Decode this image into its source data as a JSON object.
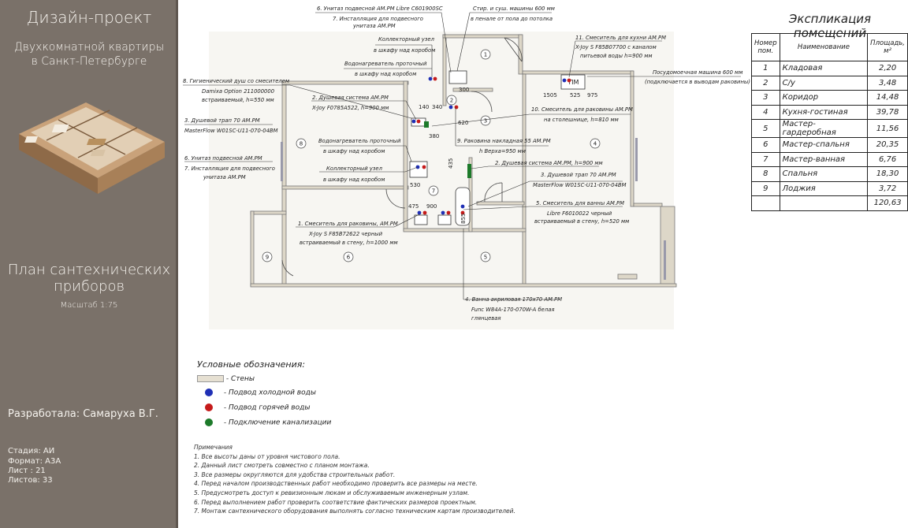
{
  "sidebar": {
    "title": "Дизайн-проект",
    "subtitle_line1": "Двухкомнатной квартиры",
    "subtitle_line2": "в  Санкт-Петербурге",
    "plan_title_line1": "План сантехнических",
    "plan_title_line2": "приборов",
    "scale": "Масштаб 1:75",
    "author": "Разработала: Самаруха В.Г.",
    "stage": "Стадия: АИ",
    "format": "Формат: А3А",
    "sheet": "Лист : 21",
    "sheets": "Листов: 33"
  },
  "explication": {
    "title": "Экспликация помещений",
    "headers": {
      "num": "Номер пом.",
      "name": "Наименование",
      "area": "Площадь, м²"
    },
    "rows": [
      {
        "num": "1",
        "name": "Кладовая",
        "area": "2,20"
      },
      {
        "num": "2",
        "name": "С/у",
        "area": "3,48"
      },
      {
        "num": "3",
        "name": "Коридор",
        "area": "14,48"
      },
      {
        "num": "4",
        "name": "Кухня-гостиная",
        "area": "39,78"
      },
      {
        "num": "5",
        "name": "Мастер-гардеробная",
        "area": "11,56"
      },
      {
        "num": "6",
        "name": "Мастер-спальня",
        "area": "20,35"
      },
      {
        "num": "7",
        "name": "Мастер-ванная",
        "area": "6,76"
      },
      {
        "num": "8",
        "name": "Спальня",
        "area": "18,30"
      },
      {
        "num": "9",
        "name": "Лоджия",
        "area": "3,72"
      }
    ],
    "total": "120,63"
  },
  "legend": {
    "title": "Условные обозначения:",
    "items": [
      {
        "label": "- Стены",
        "color": "#e6e0d2"
      },
      {
        "label": "- Подвод холодной воды",
        "color": "#1f2fb5"
      },
      {
        "label": "- Подвод горячей воды",
        "color": "#c51a1a"
      },
      {
        "label": "- Подключение канализации",
        "color": "#1d7a2a"
      }
    ]
  },
  "notes": {
    "title": "Примечания",
    "items": [
      "1. Все высоты даны от уровня чистового пола.",
      "2. Данный лист смотреть совместно с планом монтажа.",
      "3. Все размеры округляются для удобства строительных работ.",
      "4. Перед началом производственных работ необходимо проверить все размеры на месте.",
      "5. Предусмотреть доступ к ревизионным люкам и обслуживаемым инженерным узлам.",
      "6. Перед выполнением работ проверить соответствие фактических размеров проектным.",
      "7. Монтаж сантехнического оборудования выполнять согласно техническим картам производителей."
    ]
  },
  "plan": {
    "rooms": [
      "1",
      "2",
      "3",
      "4",
      "5",
      "6",
      "7",
      "8",
      "9"
    ],
    "dims": {
      "d300": "300",
      "d140": "140",
      "d340": "340",
      "d620": "620",
      "d380": "380",
      "d1505": "1505",
      "d525": "525",
      "d975": "975",
      "d530": "530",
      "d475": "475",
      "d900": "900",
      "d435": "435",
      "d855": "855"
    },
    "pm": "ПМ",
    "callouts": {
      "c6a": "6. Унитаз подвесной AM.PM Libre C601900SC",
      "c7a": "7. Инсталляция для подвесного",
      "c7b": "унитаза AM.PM",
      "ku1": "Коллекторный узел",
      "ku2": "в шкафу над коробом",
      "wh1": "Водонагреватель проточный",
      "wh2": "в шкафу над коробом",
      "st1": "Стир. и суш. машины 600 мм",
      "st2": "в пенале от пола до потолка",
      "c11a": "11. Смеситель для кухни AM.PM",
      "c11b": "X-Joy S F85B07700 с каналом",
      "c11c": "питьевой воды h=900 мм",
      "pm1": "Посудомоечная машина 600 мм",
      "pm2": "(подключается в выводам раковины)",
      "c8a": "8. Гигиенический душ со смесителем",
      "c8b": "Damixa Option 211000000",
      "c8c": "встраиваемый, h=550 мм",
      "c2a": "2. Душевая система AM.PM",
      "c2b": "X-Joy F0785A522, h=900 мм",
      "c10a": "10. Смеситель для раковины AM.PM",
      "c10b": "на столешнице, h=810 мм",
      "c3a": "3. Душевой трап 70 AM.PM",
      "c3b": "MasterFlow W01SC-U11-070-04BM",
      "wh3": "Водонагреватель проточный",
      "wh4": "в шкафу над коробом",
      "c9a": "9. Раковина накладная 55 AM.PM",
      "c9b": "h Верха=950 мм",
      "c6b": "6. Унитаз подвесной AM.PM",
      "c7c": "7. Инсталляция для подвесного",
      "c7d": "унитаза AM.PM",
      "ku3": "Коллекторный узел",
      "ku4": "в шкафу над коробом",
      "c2c": "2. Душевая система AM.PM, h=900 мм",
      "c3c": "3. Душевой трап 70 AM.PM",
      "c3d": "MasterFlow W01SC-U11-070-04BM",
      "c5a": "5. Смеситель для ванны AM.PM",
      "c5b": "Libre F6010022 черный",
      "c5c": "встраиваемый в стену, h=520 мм",
      "c1a": "1. Смеситель для раковины, AM.PM",
      "c1b": "X-Joy S F85B72622 черный",
      "c1c": "встраиваемый в стену, h=1000 мм",
      "c4a": "4. Ванна акриловая 170х70 AM.PM",
      "c4b": "Func W84A-170-070W-A белая",
      "c4c": "глянцевая"
    }
  }
}
